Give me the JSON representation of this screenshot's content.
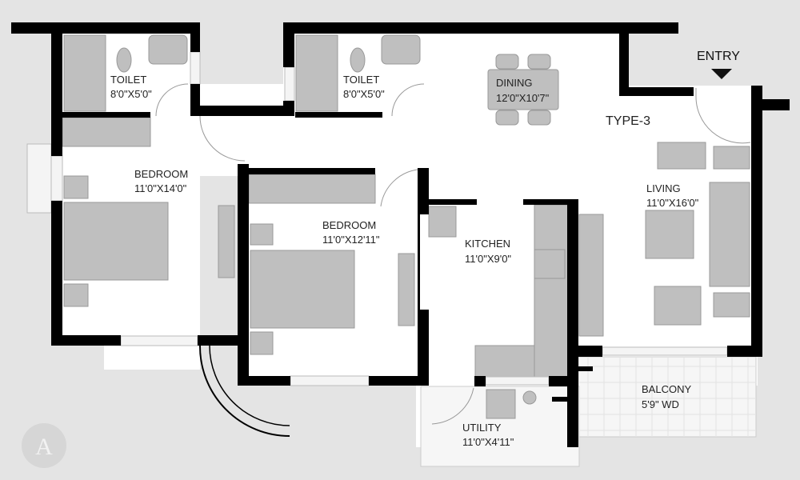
{
  "plan": {
    "type_label": "TYPE-3",
    "entry_label": "ENTRY",
    "watermark": "A",
    "rooms": {
      "toilet1": {
        "name": "TOILET",
        "size": "8'0\"X5'0\""
      },
      "toilet2": {
        "name": "TOILET",
        "size": "8'0\"X5'0\""
      },
      "dining": {
        "name": "DINING",
        "size": "12'0\"X10'7\""
      },
      "bedroom1": {
        "name": "BEDROOM",
        "size": "11'0\"X14'0\""
      },
      "bedroom2": {
        "name": "BEDROOM",
        "size": "11'0\"X12'11\""
      },
      "kitchen": {
        "name": "KITCHEN",
        "size": "11'0\"X9'0\""
      },
      "living": {
        "name": "LIVING",
        "size": "11'0\"X16'0\""
      },
      "balcony": {
        "name": "BALCONY",
        "size": "5'9\"  WD"
      },
      "utility": {
        "name": "UTILITY",
        "size": "11'0\"X4'11\""
      }
    },
    "colors": {
      "wall": "#000000",
      "floor": "#ffffff",
      "furniture": "#bfbfbf",
      "background": "#e4e4e4"
    }
  }
}
